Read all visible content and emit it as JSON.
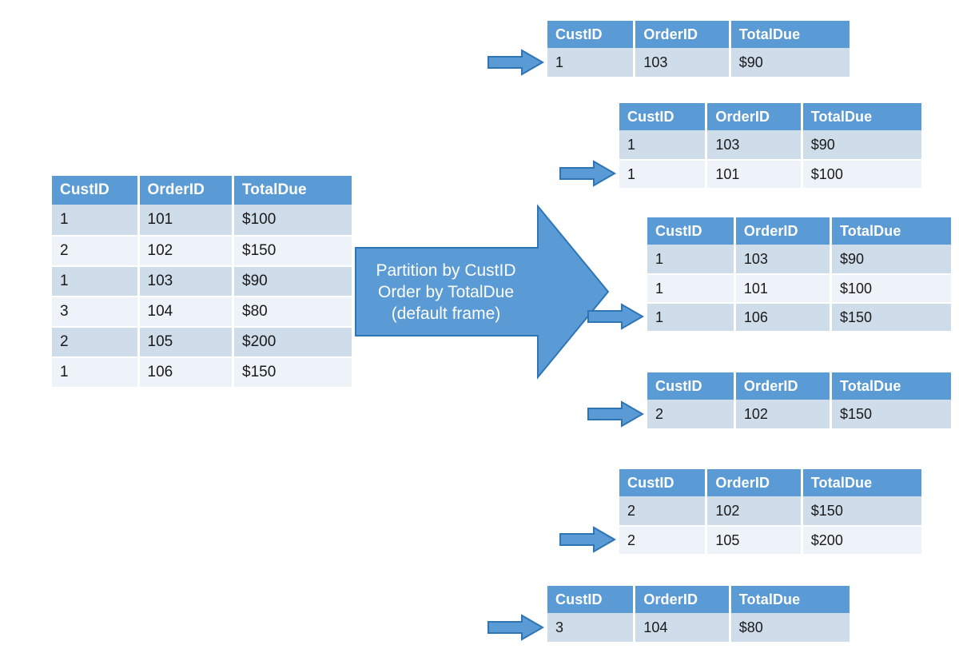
{
  "diagram": {
    "title": "SQL window function partitioning illustration",
    "colors": {
      "header_blue": "#5b9bd5",
      "row_band_dark": "#cfdcea",
      "row_band_light": "#eef3f9",
      "arrow_fill": "#5b9bd5",
      "arrow_stroke": "#2e75b6",
      "text_dark": "#1a1a1a",
      "text_light": "#ffffff",
      "background": "#ffffff"
    }
  },
  "columns": [
    "CustID",
    "OrderID",
    "TotalDue"
  ],
  "source_table": {
    "name": "source-table",
    "headers": [
      "CustID",
      "OrderID",
      "TotalDue"
    ],
    "rows": [
      [
        "1",
        "101",
        "$100"
      ],
      [
        "2",
        "102",
        "$150"
      ],
      [
        "1",
        "103",
        "$90"
      ],
      [
        "3",
        "104",
        "$80"
      ],
      [
        "2",
        "105",
        "$200"
      ],
      [
        "1",
        "106",
        "$150"
      ]
    ]
  },
  "transform_arrow": {
    "name": "partition-arrow",
    "lines": [
      "Partition by CustID",
      "Order by TotalDue",
      "(default frame)"
    ]
  },
  "result_tables": [
    {
      "name": "frame-table-1",
      "headers": [
        "CustID",
        "OrderID",
        "TotalDue"
      ],
      "rows": [
        [
          "1",
          "103",
          "$90"
        ]
      ]
    },
    {
      "name": "frame-table-2",
      "headers": [
        "CustID",
        "OrderID",
        "TotalDue"
      ],
      "rows": [
        [
          "1",
          "103",
          "$90"
        ],
        [
          "1",
          "101",
          "$100"
        ]
      ]
    },
    {
      "name": "frame-table-3",
      "headers": [
        "CustID",
        "OrderID",
        "TotalDue"
      ],
      "rows": [
        [
          "1",
          "103",
          "$90"
        ],
        [
          "1",
          "101",
          "$100"
        ],
        [
          "1",
          "106",
          "$150"
        ]
      ]
    },
    {
      "name": "frame-table-4",
      "headers": [
        "CustID",
        "OrderID",
        "TotalDue"
      ],
      "rows": [
        [
          "2",
          "102",
          "$150"
        ]
      ]
    },
    {
      "name": "frame-table-5",
      "headers": [
        "CustID",
        "OrderID",
        "TotalDue"
      ],
      "rows": [
        [
          "2",
          "102",
          "$150"
        ],
        [
          "2",
          "105",
          "$200"
        ]
      ]
    },
    {
      "name": "frame-table-6",
      "headers": [
        "CustID",
        "OrderID",
        "TotalDue"
      ],
      "rows": [
        [
          "3",
          "104",
          "$80"
        ]
      ]
    }
  ]
}
